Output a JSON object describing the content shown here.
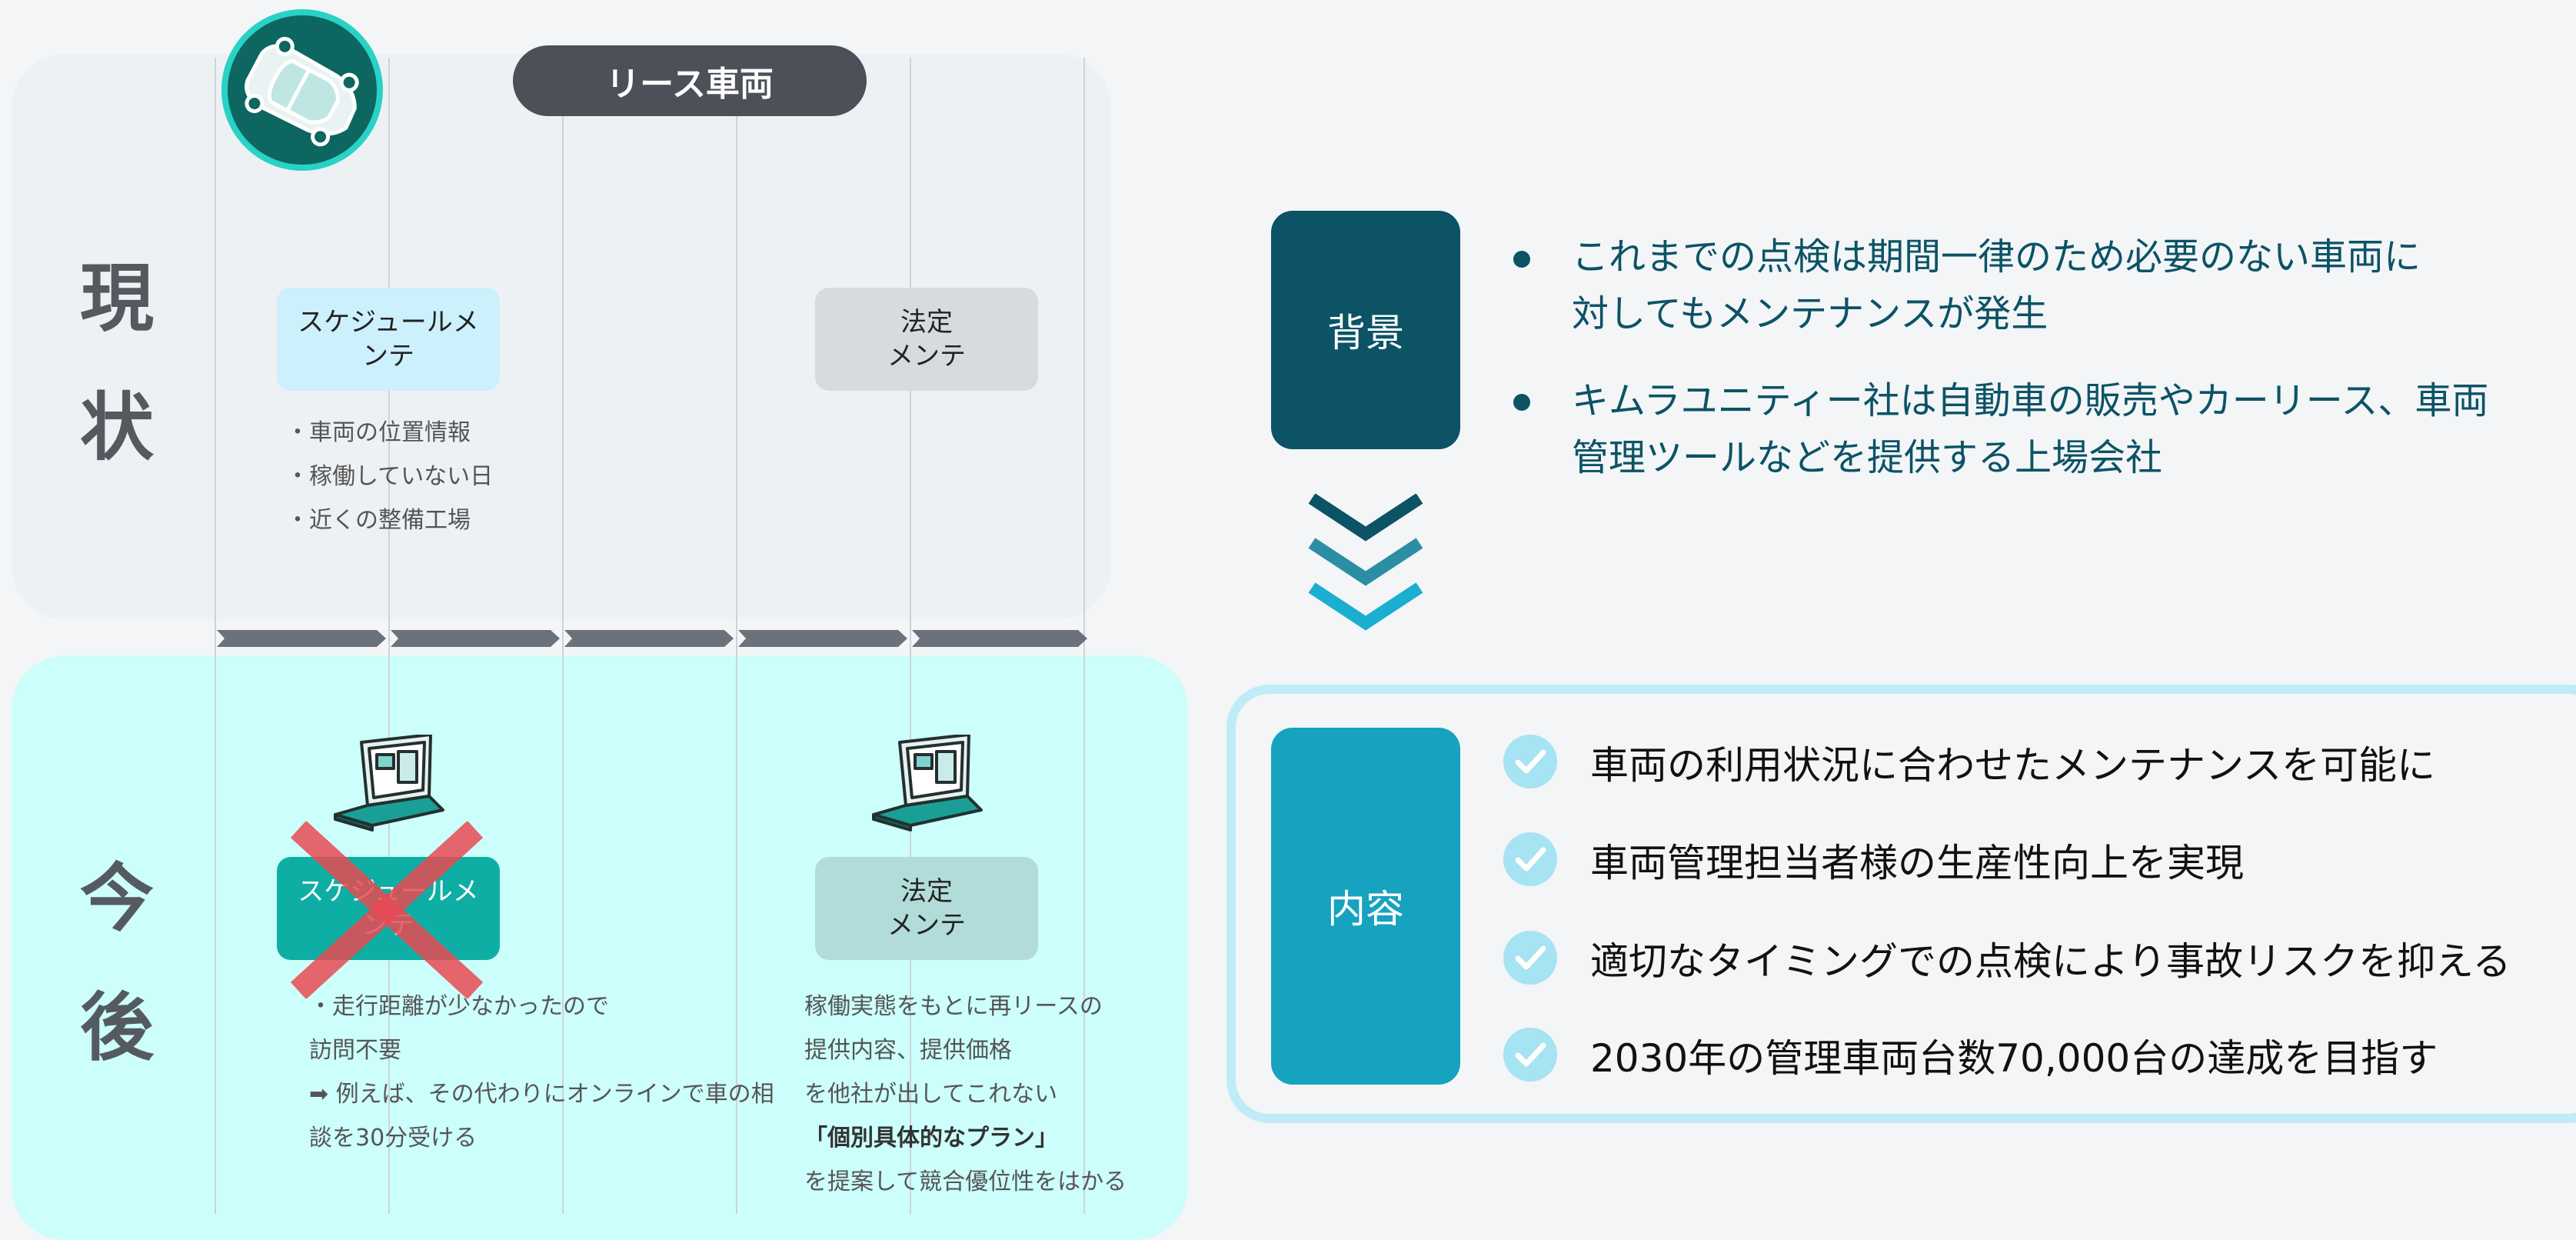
{
  "header": {
    "lease_label": "リース車両"
  },
  "current": {
    "title_chars": [
      "現",
      "状"
    ],
    "schedule_box": [
      "スケジュールメ",
      "ンテ"
    ],
    "legal_box": [
      "法定",
      "メンテ"
    ],
    "schedule_notes": [
      "・車両の位置情報",
      "・稼働していない日",
      "・近くの整備工場"
    ]
  },
  "future": {
    "title_chars": [
      "今",
      "後"
    ],
    "schedule_box": [
      "スケジュールメ",
      "ンテ"
    ],
    "legal_box": [
      "法定",
      "メンテ"
    ],
    "schedule_notes": [
      "・走行距離が少なかったので",
      "訪問不要",
      "➡ 例えば、その代わりにオンラインで車の相",
      "談を30分受ける"
    ],
    "legal_notes": [
      "稼働実態をもとに再リースの",
      "提供内容、提供価格",
      "を他社が出してこれない",
      "「個別具体的なプラン」",
      "を提案して競合優位性をはかる"
    ]
  },
  "background": {
    "label": "背景",
    "items": [
      [
        "これまでの点検は期間一律のため必要のない車両に",
        "対してもメンテナンスが発生"
      ],
      [
        "キムラユニティー社は自動車の販売やカーリース、車両",
        "管理ツールなどを提供する上場会社"
      ]
    ]
  },
  "content": {
    "label": "内容",
    "items": [
      "車両の利用状況に合わせたメンテナンスを可能に",
      "車両管理担当者様の生産性向上を実現",
      "適切なタイミングでの点検により事故リスクを抑える",
      "2030年の管理車両台数70,000台の達成を目指す"
    ]
  },
  "colors": {
    "dark_teal": "#0b5365",
    "cyan": "#17a2bf",
    "mint_panel": "#ccfefb",
    "cross_red": "#e84a52"
  },
  "icons": [
    "car-icon",
    "laptop-icon",
    "cross-icon",
    "check-icon",
    "chevron-down-icon"
  ]
}
